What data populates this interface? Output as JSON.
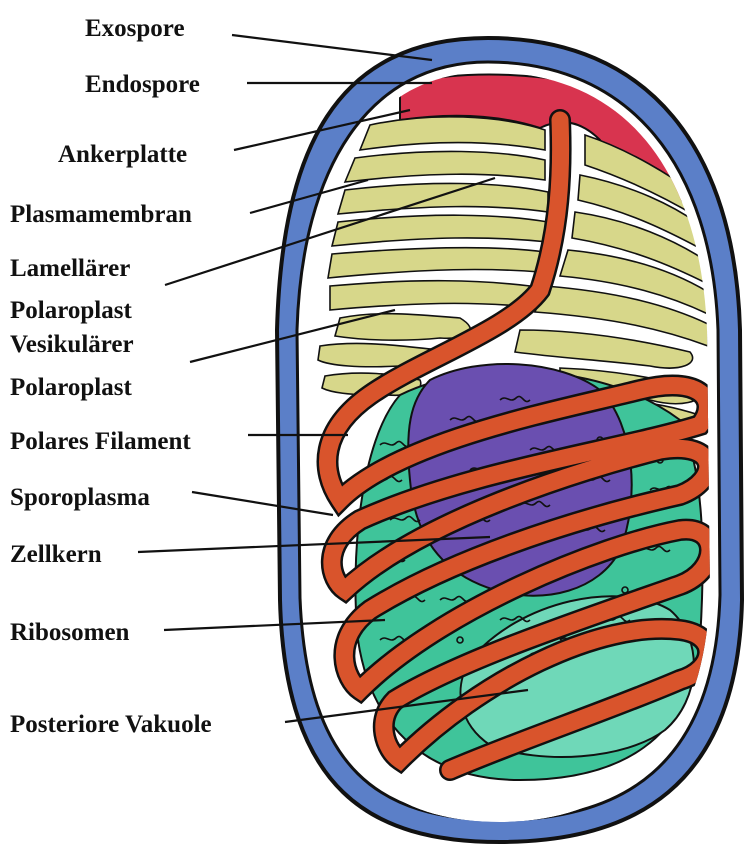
{
  "labels": {
    "exospore": "Exospore",
    "endospore": "Endospore",
    "ankerplatte": "Ankerplatte",
    "plasmamembran": "Plasmamembran",
    "lamellar_1": "Lamellärer",
    "lamellar_2": "Polaroplast",
    "vesicular_1": "Vesikulärer",
    "vesicular_2": "Polaroplast",
    "polar_filament": "Polares Filament",
    "sporoplasma": "Sporoplasma",
    "zellkern": "Zellkern",
    "ribosomen": "Ribosomen",
    "posterior_vacuole": "Posteriore Vakuole"
  },
  "colors": {
    "exospore_wall": "#5b7fc8",
    "endospore_cap": "#d8344f",
    "polaroplast": "#d7d78a",
    "polar_filament": "#d9542c",
    "sporoplasma": "#3fc49a",
    "nucleus": "#6a4fb0",
    "vacuole": "#5fd3b0",
    "outline": "#111111",
    "text": "#111111"
  }
}
